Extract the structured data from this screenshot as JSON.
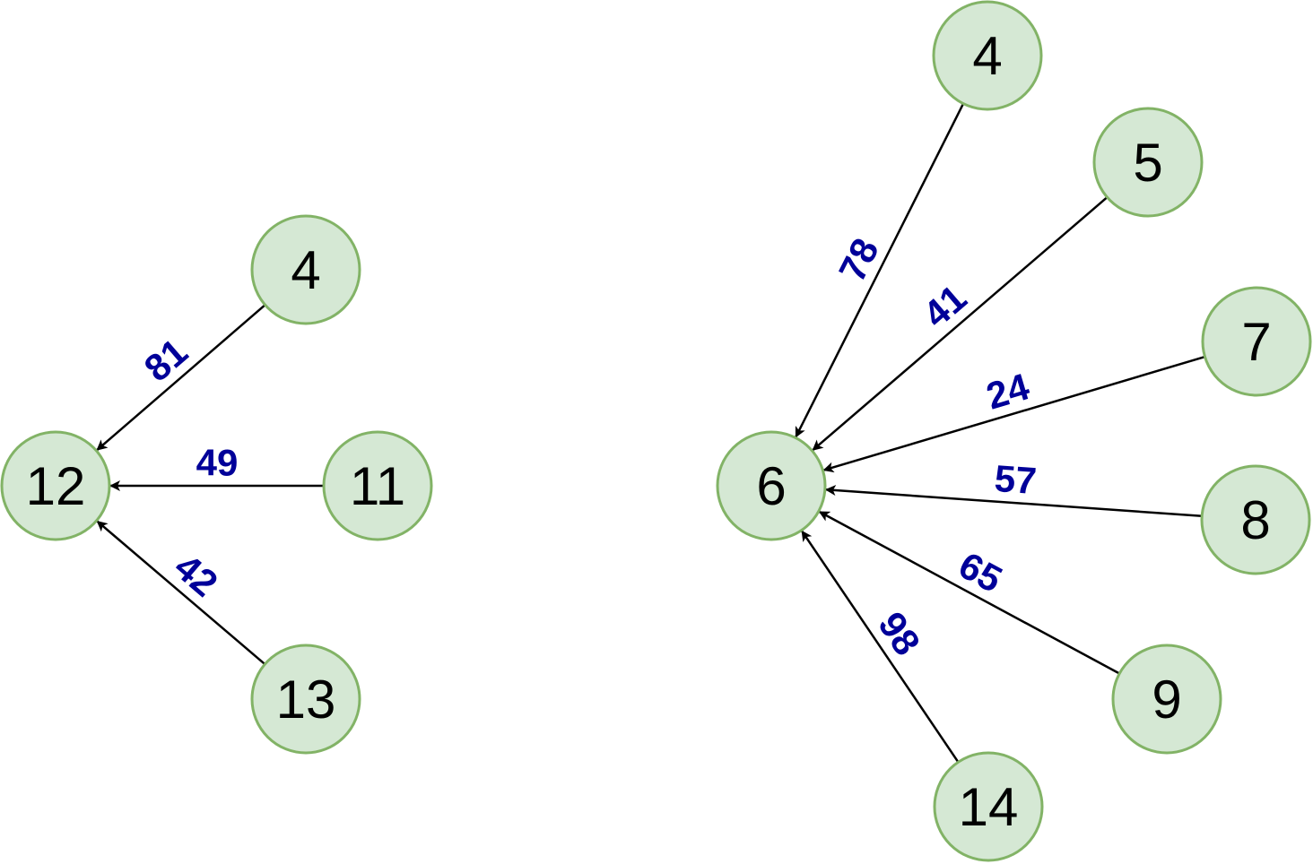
{
  "colors": {
    "node_fill": "#d5e8d4",
    "node_stroke": "#82b366",
    "edge": "#000000",
    "weight_text": "#000099"
  },
  "graphs": [
    {
      "target": {
        "id": "g1-12",
        "label": "12"
      },
      "sources": [
        {
          "id": "g1-4",
          "label": "4",
          "weight": "81"
        },
        {
          "id": "g1-11",
          "label": "11",
          "weight": "49"
        },
        {
          "id": "g1-13",
          "label": "13",
          "weight": "42"
        }
      ]
    },
    {
      "target": {
        "id": "g2-6",
        "label": "6"
      },
      "sources": [
        {
          "id": "g2-4",
          "label": "4",
          "weight": "78"
        },
        {
          "id": "g2-5",
          "label": "5",
          "weight": "41"
        },
        {
          "id": "g2-7",
          "label": "7",
          "weight": "24"
        },
        {
          "id": "g2-8",
          "label": "8",
          "weight": "57"
        },
        {
          "id": "g2-9",
          "label": "9",
          "weight": "65"
        },
        {
          "id": "g2-14",
          "label": "14",
          "weight": "98"
        }
      ]
    }
  ]
}
